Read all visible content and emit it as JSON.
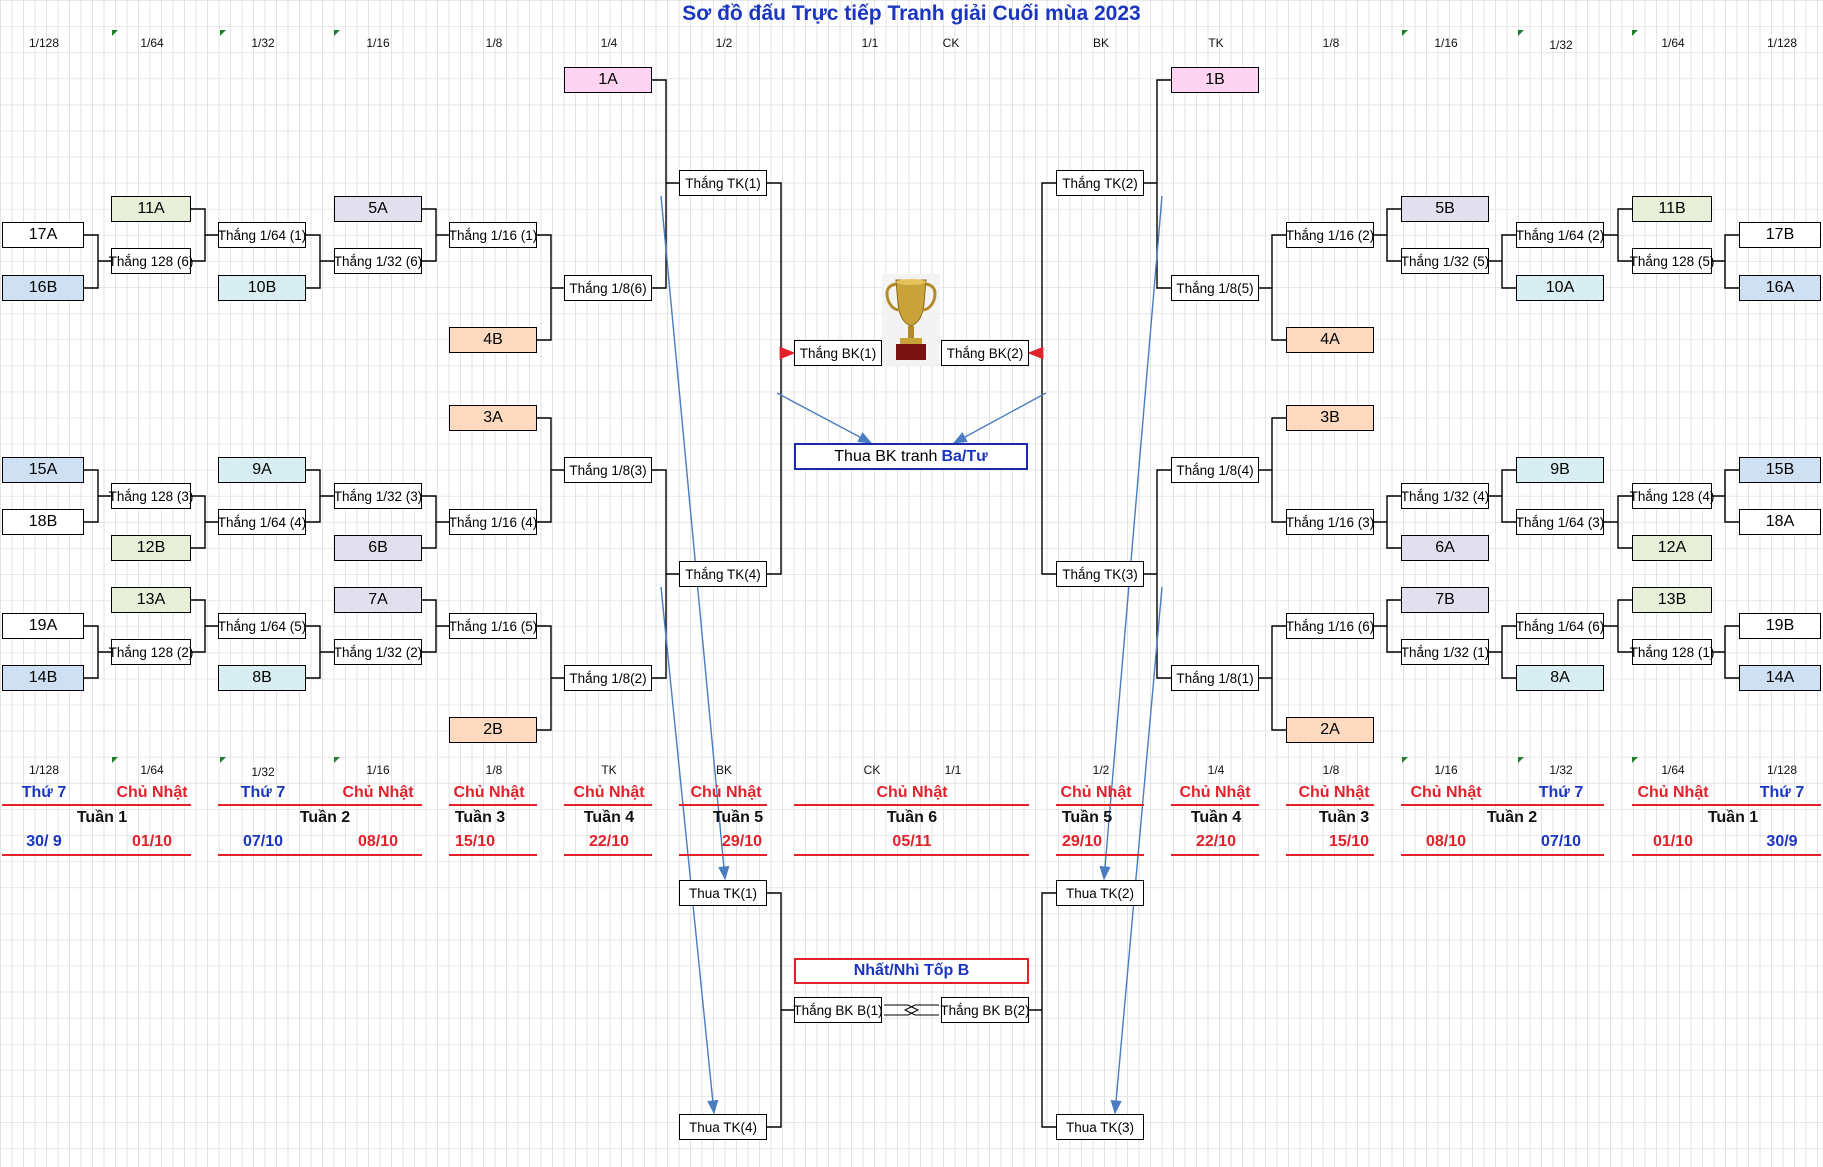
{
  "title": "Sơ đồ đấu Trực tiếp Tranh giải Cuối mùa 2023",
  "top_headers": [
    "1/128",
    "1/64",
    "1/32",
    "1/16",
    "1/8",
    "1/4",
    "1/2",
    "1/1",
    "CK",
    "BK",
    "TK",
    "1/8",
    "1/16",
    "1/32",
    "1/64",
    "1/128"
  ],
  "bottom_headers": [
    "1/128",
    "1/64",
    "1/32",
    "1/16",
    "1/8",
    "TK",
    "BK",
    "CK",
    "1/1",
    "1/2",
    "1/4",
    "1/8",
    "1/16",
    "1/32",
    "1/64",
    "1/128"
  ],
  "left": {
    "seeds": [
      "17A",
      "16B",
      "11A",
      "10B",
      "5A",
      "4B",
      "1A",
      "3A",
      "15A",
      "18B",
      "9A",
      "12B",
      "6B",
      "13A",
      "19A",
      "14B",
      "7A",
      "8B",
      "2B"
    ],
    "r128": [
      "Thắng 128 (6)",
      "Thắng 128 (3)",
      "Thắng 128 (2)"
    ],
    "r64": [
      "Thắng 1/64 (1)",
      "Thắng 1/64 (4)",
      "Thắng 1/64 (5)"
    ],
    "r32": [
      "Thắng 1/32 (6)",
      "Thắng 1/32 (3)",
      "Thắng 1/32 (2)"
    ],
    "r16": [
      "Thắng 1/16 (1)",
      "Thắng 1/16 (4)",
      "Thắng 1/16 (5)"
    ],
    "r8": [
      "Thắng 1/8(6)",
      "Thắng 1/8(3)",
      "Thắng 1/8(2)"
    ],
    "qf": [
      "Thắng TK(1)",
      "Thắng TK(4)"
    ],
    "sf": "Thắng BK(1)"
  },
  "right": {
    "seeds": [
      "1B",
      "5B",
      "11B",
      "17B",
      "10A",
      "16A",
      "4A",
      "3B",
      "9B",
      "15B",
      "6A",
      "12A",
      "18A",
      "7B",
      "13B",
      "19B",
      "8A",
      "14A",
      "2A"
    ],
    "r128": [
      "Thắng 128 (5)",
      "Thắng 128 (4)",
      "Thắng 128 (1)"
    ],
    "r64": [
      "Thắng 1/64 (2)",
      "Thắng 1/64 (3)",
      "Thắng 1/64 (6)"
    ],
    "r32": [
      "Thắng 1/32 (5)",
      "Thắng 1/32 (4)",
      "Thắng 1/32 (1)"
    ],
    "r16": [
      "Thắng 1/16 (2)",
      "Thắng 1/16 (3)",
      "Thắng 1/16 (6)"
    ],
    "r8": [
      "Thắng 1/8(5)",
      "Thắng 1/8(4)",
      "Thắng 1/8(1)"
    ],
    "qf": [
      "Thắng TK(2)",
      "Thắng TK(3)"
    ],
    "sf": "Thắng BK(2)"
  },
  "third_place": {
    "prefix": "Thua BK tranh ",
    "highlight": "Ba/Tư"
  },
  "b_bracket": {
    "losers": [
      "Thua TK(1)",
      "Thua TK(4)",
      "Thua TK(2)",
      "Thua TK(3)"
    ],
    "sf": [
      "Thắng BK B(1)",
      "Thắng BK B(2)"
    ],
    "label": "Nhất/Nhì Tốp B"
  },
  "schedule": {
    "days": [
      {
        "text": "Thứ 7",
        "kind": "sat"
      },
      {
        "text": "Chủ Nhật",
        "kind": "sun"
      },
      {
        "text": "Thứ 7",
        "kind": "sat"
      },
      {
        "text": "Chủ Nhật",
        "kind": "sun"
      },
      {
        "text": "Chủ Nhật",
        "kind": "sun"
      },
      {
        "text": "Chủ Nhật",
        "kind": "sun"
      },
      {
        "text": "Chủ Nhật",
        "kind": "sun"
      },
      {
        "text": "Chủ Nhật",
        "kind": "sun"
      },
      {
        "text": "Chủ Nhật",
        "kind": "sun"
      },
      {
        "text": "Chủ Nhật",
        "kind": "sun"
      },
      {
        "text": "Chủ Nhật",
        "kind": "sun"
      },
      {
        "text": "Chủ Nhật",
        "kind": "sun"
      },
      {
        "text": "Thứ 7",
        "kind": "sat"
      },
      {
        "text": "Chủ Nhật",
        "kind": "sun"
      },
      {
        "text": "Thứ 7",
        "kind": "sat"
      }
    ],
    "weeks": [
      "Tuần 1",
      "Tuần 2",
      "Tuần 3",
      "Tuần 4",
      "Tuần 5",
      "Tuần 6",
      "Tuần 5",
      "Tuần 4",
      "Tuần 3",
      "Tuần 2",
      "Tuần 1"
    ],
    "dates": [
      {
        "text": "30/ 9",
        "kind": "sat"
      },
      {
        "text": "01/10",
        "kind": "sun"
      },
      {
        "text": "07/10",
        "kind": "sat"
      },
      {
        "text": "08/10",
        "kind": "sun"
      },
      {
        "text": "15/10",
        "kind": "sun"
      },
      {
        "text": "22/10",
        "kind": "sun"
      },
      {
        "text": "29/10",
        "kind": "sun"
      },
      {
        "text": "05/11",
        "kind": "sun"
      },
      {
        "text": "29/10",
        "kind": "sun"
      },
      {
        "text": "22/10",
        "kind": "sun"
      },
      {
        "text": "15/10",
        "kind": "sun"
      },
      {
        "text": "08/10",
        "kind": "sun"
      },
      {
        "text": "07/10",
        "kind": "sat"
      },
      {
        "text": "01/10",
        "kind": "sun"
      },
      {
        "text": "30/9",
        "kind": "sat"
      }
    ]
  },
  "colors": {
    "title": "#1a36c0",
    "saturday": "#1a36c0",
    "sunday": "#e3212b",
    "arrow": "#4a7cc0",
    "red_arrow": "#e3212b"
  }
}
